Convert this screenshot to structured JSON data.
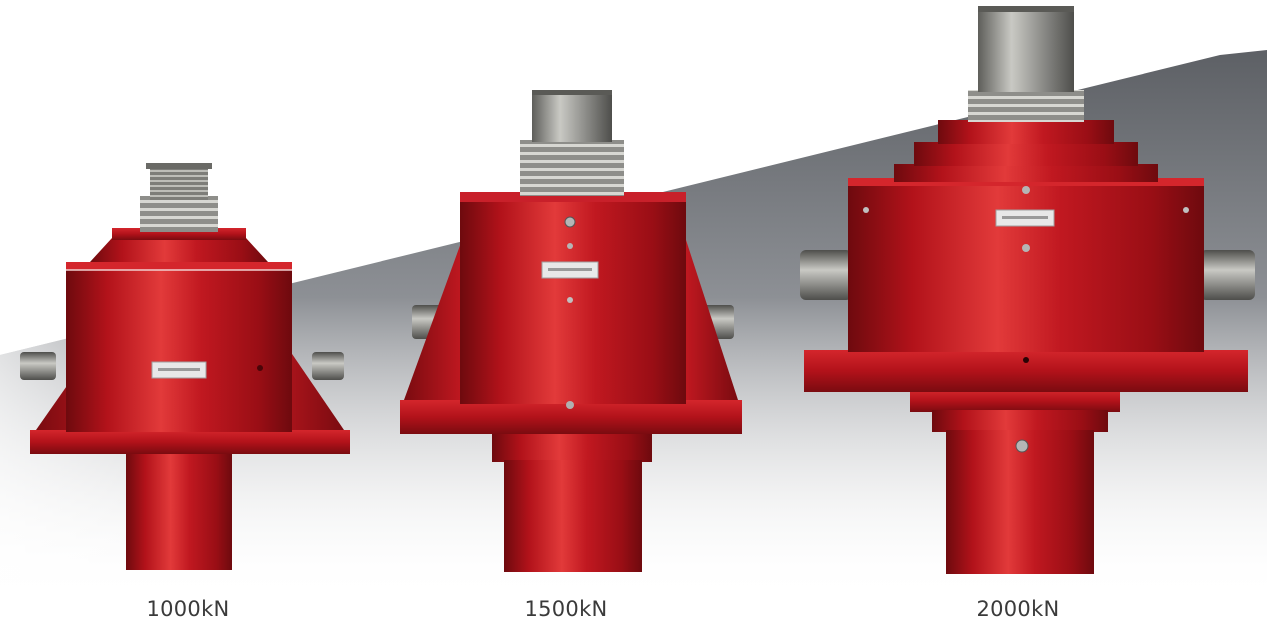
{
  "products": [
    {
      "capacity_label": "1000kN"
    },
    {
      "capacity_label": "1500kN"
    },
    {
      "capacity_label": "2000kN"
    }
  ],
  "colors": {
    "jack_body": "#b2121a",
    "jack_highlight": "#e23a3a",
    "jack_shadow": "#6e0a0e",
    "steel": "#9a9a96",
    "backdrop_ramp": "#8a8c90",
    "caption_text": "#3a3a3a"
  }
}
